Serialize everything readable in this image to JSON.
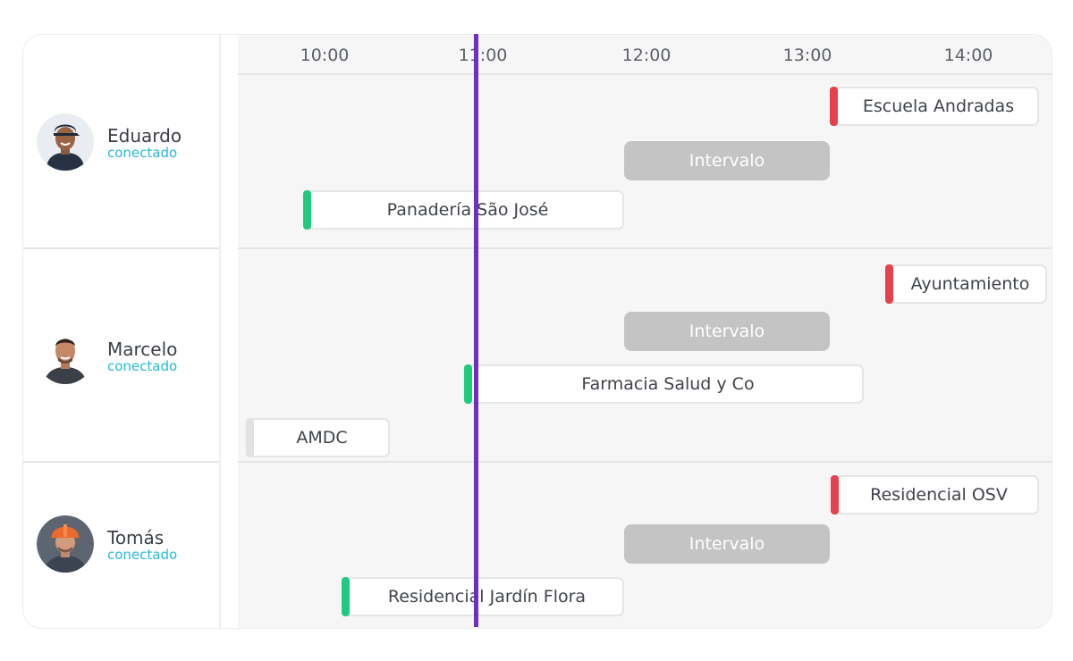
{
  "timeline": {
    "hours": [
      "10:00",
      "11:00",
      "12:00",
      "13:00",
      "14:00"
    ]
  },
  "colors": {
    "accent_now_line": "#6e2fc2",
    "status_text": "#26b9d3",
    "late_stripe": "#e8414e",
    "ok_stripe": "#1fcc7d",
    "break_fill": "#c4c4c4"
  },
  "people": [
    {
      "name": "Eduardo",
      "status": "conectado",
      "tasks": [
        {
          "label": "Escuela Andradas",
          "stripe": "red"
        },
        {
          "label": "Intervalo",
          "type": "break"
        },
        {
          "label": "Panadería São José",
          "stripe": "green"
        }
      ]
    },
    {
      "name": "Marcelo",
      "status": "conectado",
      "tasks": [
        {
          "label": "Ayuntamiento",
          "stripe": "red"
        },
        {
          "label": "Intervalo",
          "type": "break"
        },
        {
          "label": "Farmacia Salud y Co",
          "stripe": "green"
        },
        {
          "label": "AMDC",
          "stripe": "gray"
        }
      ]
    },
    {
      "name": "Tomás",
      "status": "conectado",
      "tasks": [
        {
          "label": "Residencial OSV",
          "stripe": "red"
        },
        {
          "label": "Intervalo",
          "type": "break"
        },
        {
          "label": "Residencial Jardín Flora",
          "stripe": "green"
        }
      ]
    }
  ]
}
